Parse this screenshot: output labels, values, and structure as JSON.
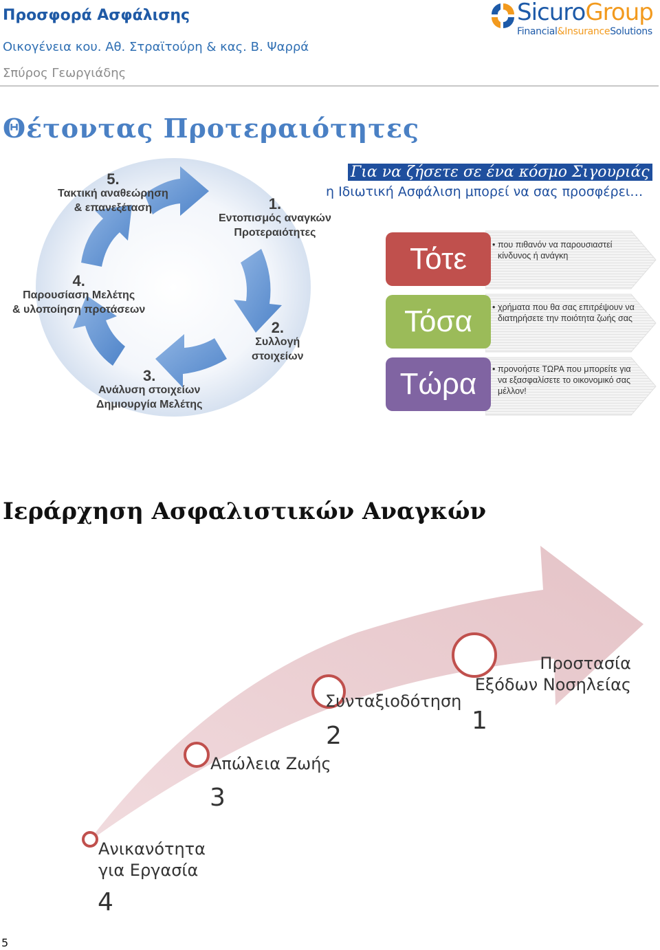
{
  "header": {
    "title": "Προσφορά Ασφάλισης",
    "family": "Οικογένεια κου. Αθ. Στραϊτούρη & κας. Β. Ψαρρά",
    "agent": "Σπύρος Γεωργιάδης"
  },
  "logo": {
    "name_part1": "Sicuro",
    "name_part2": "Group",
    "tag_part1": "Financial",
    "tag_part2": "&Insurance",
    "tag_part3": "Solutions",
    "colors": {
      "blue": "#1d5aa8",
      "orange": "#f29a1e"
    }
  },
  "priorities": {
    "title": "Θέτοντας Προτεραιότητες",
    "cycle_steps": [
      {
        "num": "1.",
        "line1": "Εντοπισμός αναγκών",
        "line2": "Προτεραιότητες"
      },
      {
        "num": "2.",
        "line1": "Συλλογή",
        "line2": "στοιχείων"
      },
      {
        "num": "3.",
        "line1": "Ανάλυση στοιχείων",
        "line2": "Δημιουργία Μελέτης"
      },
      {
        "num": "4.",
        "line1": "Παρουσίαση Μελέτης",
        "line2": "& υλοποίηση προτάσεων"
      },
      {
        "num": "5.",
        "line1": "Τακτική αναθεώρηση",
        "line2": "& επανεξέταση"
      }
    ],
    "banner": "Για να ζήσετε σε ένα κόσμο Σιγουριάς",
    "banner_sub": "η Ιδιωτική Ασφάλιση μπορεί να σας προσφέρει…",
    "items": [
      {
        "label": "Τότε",
        "text": "που πιθανόν να παρουσιαστεί κίνδυνος ή ανάγκη",
        "color": "#c0504d"
      },
      {
        "label": "Τόσα",
        "text": "χρήματα που θα σας επιτρέψουν να διατηρήσετε την ποιότητα ζωής σας",
        "color": "#9bbb59"
      },
      {
        "label": "Τώρα",
        "text": "προνοήστε ΤΩΡΑ που μπορείτε για να εξασφαλίσετε το οικονομικό σας μέλλον!",
        "color": "#8064a2"
      }
    ]
  },
  "hierarchy": {
    "title": "Ιεράρχηση Ασφαλιστικών Αναγκών",
    "needs": [
      {
        "rank": "4",
        "line1": "Ανικανότητα",
        "line2": "για Εργασία"
      },
      {
        "rank": "3",
        "line1": "Απώλεια Ζωής",
        "line2": ""
      },
      {
        "rank": "2",
        "line1": "Συνταξιοδότηση",
        "line2": ""
      },
      {
        "rank": "1",
        "line1": "Προστασία",
        "line2": "Εξόδων Νοσηλείας"
      }
    ]
  },
  "page_number": "5"
}
